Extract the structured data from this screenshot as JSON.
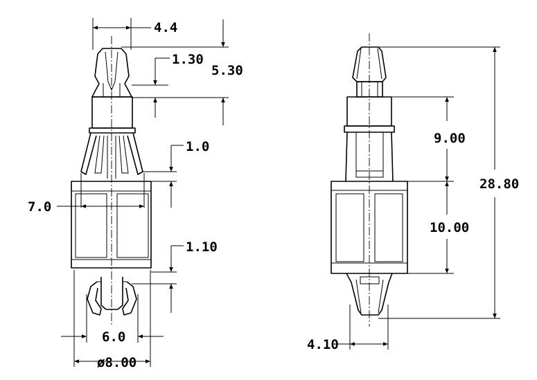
{
  "dimensions": {
    "top_width": "4.4",
    "groove_depth": "1.30",
    "top_height": "5.30",
    "flange_thickness": "1.0",
    "body_width": "7.0",
    "bottom_gap": "1.10",
    "bottom_clip_width": "6.0",
    "overall_diameter": "ø8.00",
    "upper_height": "9.00",
    "body_height": "10.00",
    "total_height": "28.80",
    "tip_width": "4.10"
  }
}
